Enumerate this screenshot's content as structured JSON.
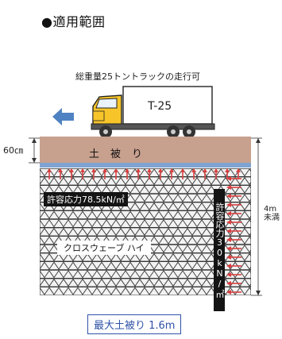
{
  "title": "●適用範囲",
  "truck_caption": "総重量25トントラックの走行可",
  "truck_label": "T-25",
  "soil_label": "土被り",
  "cover_depth": "60㎝",
  "height_limit": {
    "value": "4m",
    "note": "未満"
  },
  "allowable_horizontal": "許容応力78.5kN/㎡",
  "allowable_vertical": "許容応力30kN/㎡",
  "product_name": "クロスウェーブ ハイ",
  "max_cover": "最大土被り 1.6m",
  "colors": {
    "soil": "#c8a08e",
    "blue_band": "#7fa4d2",
    "arrow_red": "#d84040",
    "direction_arrow": "#4f82c2",
    "accent_blue": "#2f52a8"
  }
}
